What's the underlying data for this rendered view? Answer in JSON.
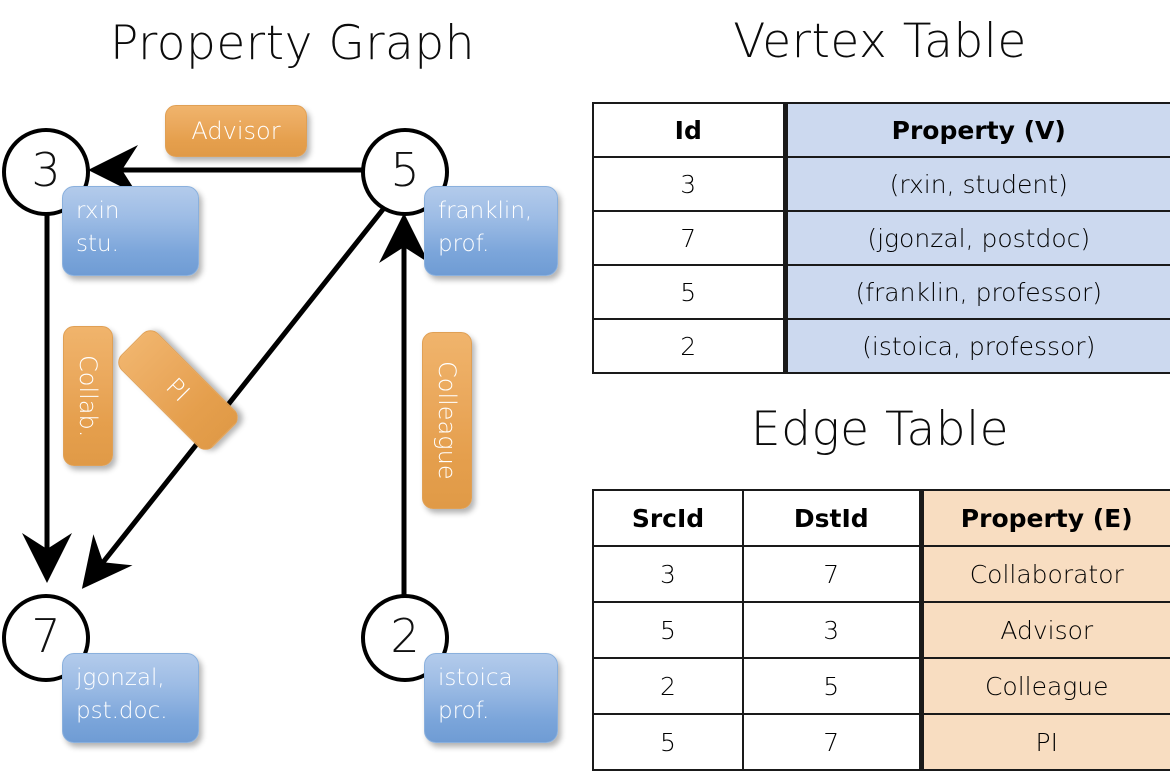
{
  "titles": {
    "property_graph": "Property Graph",
    "vertex_table": "Vertex Table",
    "edge_table": "Edge Table"
  },
  "graph": {
    "nodes": [
      {
        "id": "3",
        "label": "3",
        "property_lines": [
          "rxin",
          "stu."
        ]
      },
      {
        "id": "5",
        "label": "5",
        "property_lines": [
          "franklin,",
          "prof."
        ]
      },
      {
        "id": "7",
        "label": "7",
        "property_lines": [
          "jgonzal,",
          "pst.doc."
        ]
      },
      {
        "id": "2",
        "label": "2",
        "property_lines": [
          "istoica",
          "prof."
        ]
      }
    ],
    "edge_labels": [
      {
        "name": "advisor",
        "text": "Advisor"
      },
      {
        "name": "collab",
        "text": "Collab."
      },
      {
        "name": "pi",
        "text": "PI"
      },
      {
        "name": "colleague",
        "text": "Colleague"
      }
    ],
    "node_props": {
      "n3_line1": "rxin",
      "n3_line2": "stu.",
      "n5_line1": "franklin,",
      "n5_line2": "prof.",
      "n7_line1": "jgonzal,",
      "n7_line2": "pst.doc.",
      "n2_line1": "istoica",
      "n2_line2": "prof."
    }
  },
  "vertex_table": {
    "headers": [
      "Id",
      "Property (V)"
    ],
    "rows": [
      {
        "id": "3",
        "property": "(rxin, student)"
      },
      {
        "id": "7",
        "property": "(jgonzal, postdoc)"
      },
      {
        "id": "5",
        "property": "(franklin, professor)"
      },
      {
        "id": "2",
        "property": "(istoica, professor)"
      }
    ]
  },
  "edge_table": {
    "headers": [
      "SrcId",
      "DstId",
      "Property (E)"
    ],
    "rows": [
      {
        "src": "3",
        "dst": "7",
        "property": "Collaborator"
      },
      {
        "src": "5",
        "dst": "3",
        "property": "Advisor"
      },
      {
        "src": "2",
        "dst": "5",
        "property": "Colleague"
      },
      {
        "src": "5",
        "dst": "7",
        "property": "PI"
      }
    ]
  },
  "colors": {
    "vertex_property_fill": "#ccd9ef",
    "edge_property_fill": "#f8ddc1",
    "node_box_blue": "#7ba5da",
    "edge_label_orange": "#eaa85c",
    "stroke": "#000000"
  }
}
